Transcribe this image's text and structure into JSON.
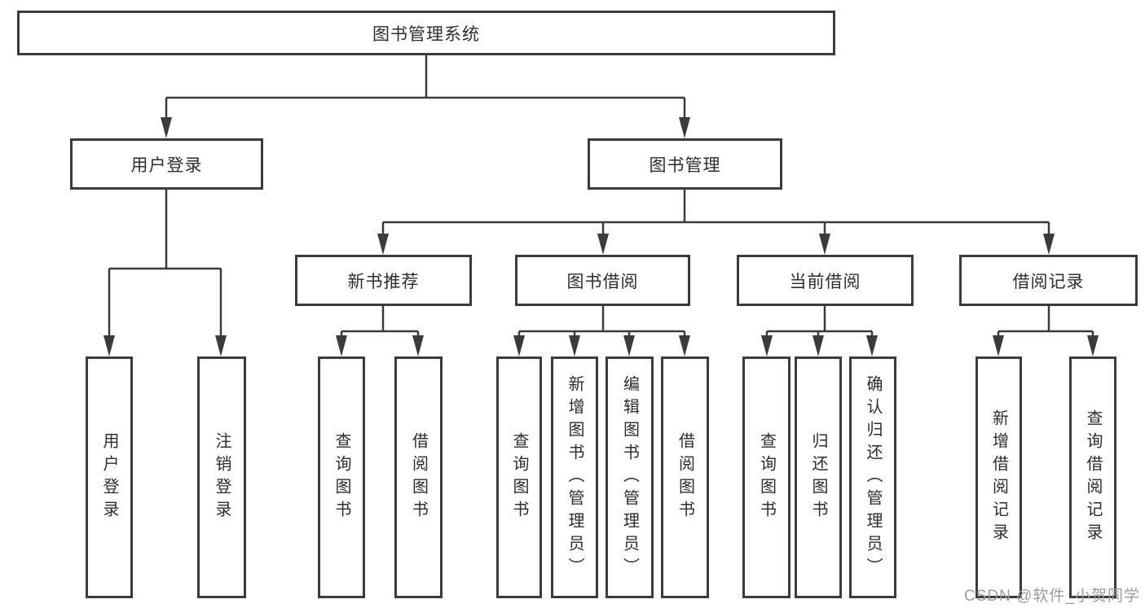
{
  "diagram_title": "图书管理系统",
  "tree": {
    "root": {
      "label": "图书管理系统",
      "children": [
        {
          "label": "用户登录",
          "children": [
            {
              "label": "用户登录"
            },
            {
              "label": "注销登录"
            }
          ]
        },
        {
          "label": "图书管理",
          "children": [
            {
              "label": "新书推荐",
              "children": [
                {
                  "label": "查询图书"
                },
                {
                  "label": "借阅图书"
                }
              ]
            },
            {
              "label": "图书借阅",
              "children": [
                {
                  "label": "查询图书"
                },
                {
                  "label": "新增图书（管理员）"
                },
                {
                  "label": "编辑图书（管理员）"
                },
                {
                  "label": "借阅图书"
                }
              ]
            },
            {
              "label": "当前借阅",
              "children": [
                {
                  "label": "查询图书"
                },
                {
                  "label": "归还图书"
                },
                {
                  "label": "确认归还（管理员）"
                }
              ]
            },
            {
              "label": "借阅记录",
              "children": [
                {
                  "label": "新增借阅记录"
                },
                {
                  "label": "查询借阅记录"
                }
              ]
            }
          ]
        }
      ]
    }
  },
  "watermark": {
    "text": "CSDN @软件_小贺同学"
  },
  "colors": {
    "line": "#3b3b3b",
    "box_border": "#3b3b3b",
    "text": "#2d2d2d",
    "watermark": "#9c9c9c",
    "background": "#ffffff"
  }
}
